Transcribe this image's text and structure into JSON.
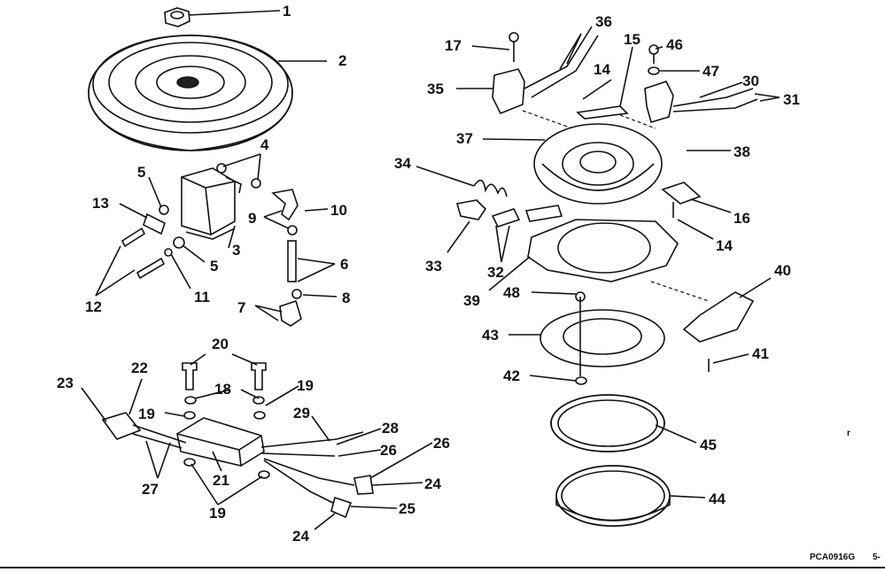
{
  "diagram": {
    "reference_code": "PCA0916G",
    "page_ref": "5-",
    "corner_mark": "r",
    "callouts": [
      "1",
      "2",
      "3",
      "4",
      "5",
      "5",
      "6",
      "7",
      "8",
      "9",
      "10",
      "11",
      "12",
      "13",
      "14",
      "14",
      "15",
      "16",
      "17",
      "18",
      "19",
      "19",
      "19",
      "20",
      "21",
      "22",
      "23",
      "24",
      "24",
      "25",
      "26",
      "26",
      "27",
      "28",
      "29",
      "30",
      "31",
      "32",
      "33",
      "34",
      "35",
      "36",
      "37",
      "38",
      "39",
      "40",
      "41",
      "42",
      "43",
      "44",
      "45",
      "46",
      "47",
      "48"
    ]
  }
}
